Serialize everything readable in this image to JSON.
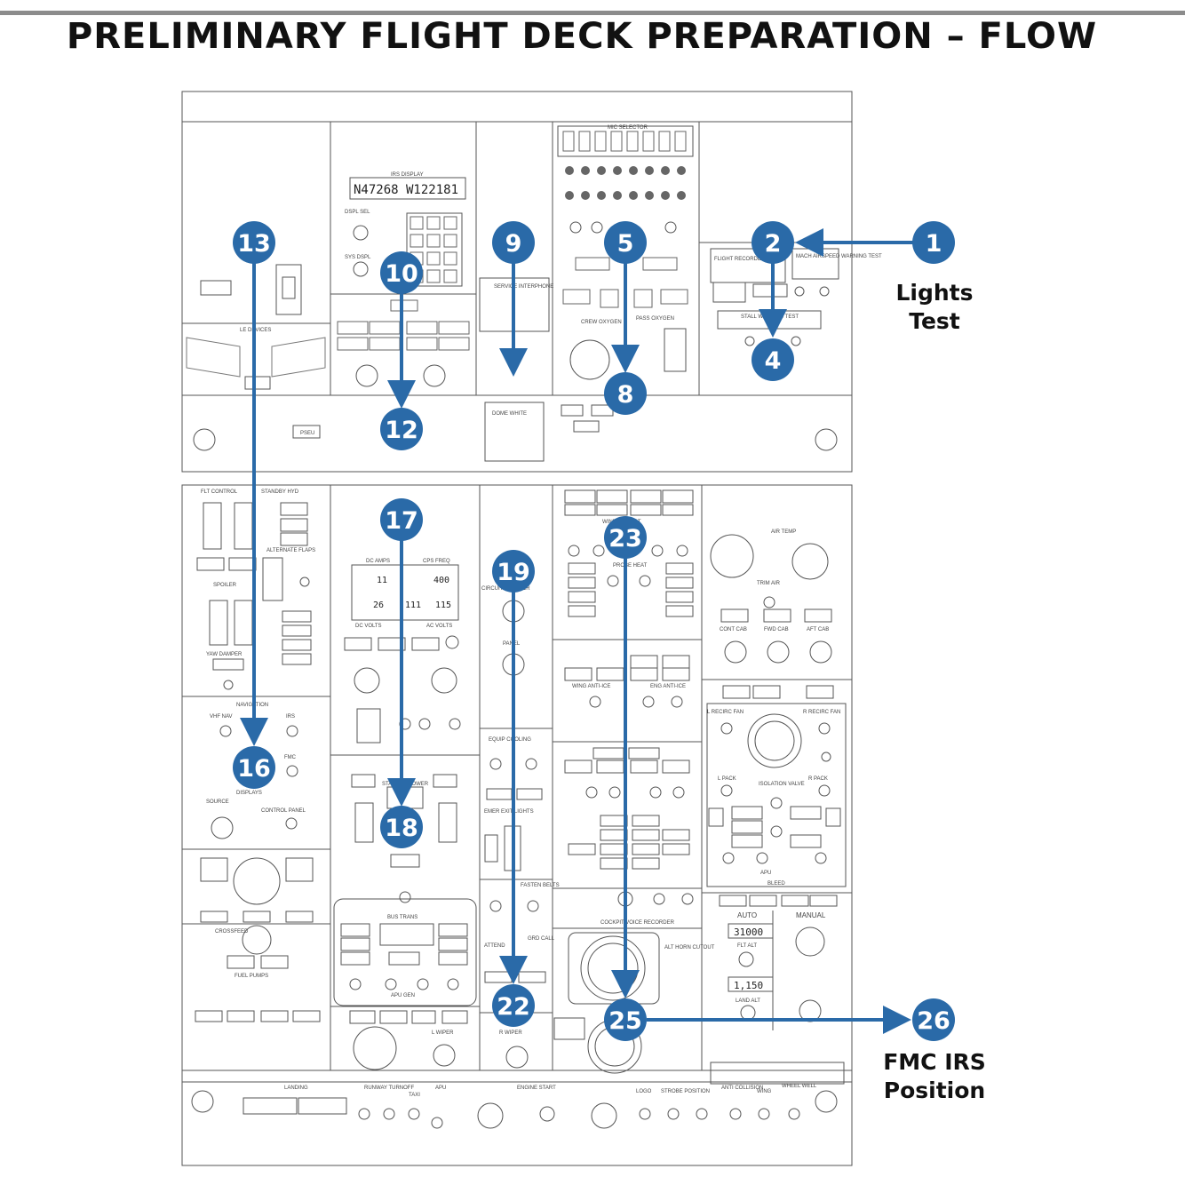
{
  "title": "PRELIMINARY FLIGHT DECK PREPARATION – FLOW",
  "legend": {
    "lights_test": [
      "Lights",
      "Test"
    ],
    "fmc_irs_position": [
      "FMC IRS",
      "Position"
    ]
  },
  "accent_color": "#2a6aa8",
  "steps": [
    {
      "label": "1"
    },
    {
      "label": "2"
    },
    {
      "label": "4"
    },
    {
      "label": "5"
    },
    {
      "label": "8"
    },
    {
      "label": "9"
    },
    {
      "label": "10"
    },
    {
      "label": "12"
    },
    {
      "label": "13"
    },
    {
      "label": "16"
    },
    {
      "label": "17"
    },
    {
      "label": "18"
    },
    {
      "label": "19"
    },
    {
      "label": "22"
    },
    {
      "label": "23"
    },
    {
      "label": "25"
    },
    {
      "label": "26"
    }
  ],
  "panel_labels": {
    "irs_display": "IRS DISPLAY",
    "irs_readout": "N47268 W122181",
    "dspl_sel": "DSPL SEL",
    "sys_dspl": "SYS DSPL",
    "mic_selector": "MIC SELECTOR",
    "flight_recorder": "FLIGHT RECORDER",
    "mach_airspeed": "MACH AIRSPEED WARNING TEST",
    "stall_warning": "STALL WARNING TEST",
    "service_interphone": "SERVICE INTERPHONE",
    "dome_white": "DOME WHITE",
    "crew_oxygen": "CREW OXYGEN",
    "pass_oxygen": "PASS OXYGEN",
    "le_devices": "LE DEVICES",
    "psu": "PSEU",
    "flt_control": "FLT CONTROL",
    "standby_hyd": "STANDBY HYD",
    "alternate_flaps": "ALTERNATE FLAPS",
    "spoiler": "SPOILER",
    "yaw_damper": "YAW DAMPER",
    "navigation": "NAVIGATION",
    "vhf_nav": "VHF NAV",
    "irs": "IRS",
    "fmc": "FMC",
    "displays": "DISPLAYS",
    "source": "SOURCE",
    "control_panel": "CONTROL PANEL",
    "dc_amps": "DC AMPS",
    "cps_freq": "CPS FREQ",
    "dc_volts": "DC VOLTS",
    "ac_volts": "AC VOLTS",
    "meter_1": "11",
    "meter_2": "400",
    "meter_3": "26",
    "meter_4": "111",
    "meter_5": "115",
    "standby_power": "STANDBY POWER",
    "bus_trans": "BUS TRANS",
    "apu_gen": "APU GEN",
    "circuit_breaker": "CIRCUIT BREAKER",
    "panel": "PANEL",
    "equip_cooling": "EQUIP COOLING",
    "emer_exit_lights": "EMER EXIT LIGHTS",
    "fasten_belts": "FASTEN BELTS",
    "attend": "ATTEND",
    "grd_call": "GRD CALL",
    "window_heat": "WINDOW HEAT",
    "probe_heat": "PROBE HEAT",
    "wing_anti_ice": "WING ANTI-ICE",
    "eng_anti_ice": "ENG ANTI-ICE",
    "air_temp": "AIR TEMP",
    "trim_air": "TRIM AIR",
    "cont_cab": "CONT CAB",
    "fwd_cab": "FWD CAB",
    "aft_cab": "AFT CAB",
    "l_recirc_fan": "L RECIRC FAN",
    "r_recirc_fan": "R RECIRC FAN",
    "l_pack": "L PACK",
    "r_pack": "R PACK",
    "isolation_valve": "ISOLATION VALVE",
    "bleed": "BLEED",
    "apu": "APU",
    "auto": "AUTO",
    "manual": "MANUAL",
    "flt_alt": "FLT ALT",
    "flt_alt_value": "31000",
    "land_alt": "LAND ALT",
    "land_alt_value": "1,150",
    "cockpit_voice_recorder": "COCKPIT VOICE RECORDER",
    "alt_horn_cutout": "ALT HORN CUTOUT",
    "crossfeed": "CROSSFEED",
    "fuel_pumps": "FUEL PUMPS",
    "l_wiper": "L WIPER",
    "r_wiper": "R WIPER",
    "landing": "LANDING",
    "runway_turnoff": "RUNWAY TURNOFF",
    "taxi": "TAXI",
    "engine_start": "ENGINE START",
    "logo": "LOGO",
    "strobe_position": "STROBE POSITION",
    "anti_collision": "ANTI COLLISION",
    "wing": "WING",
    "wheel_well": "WHEEL WELL"
  }
}
